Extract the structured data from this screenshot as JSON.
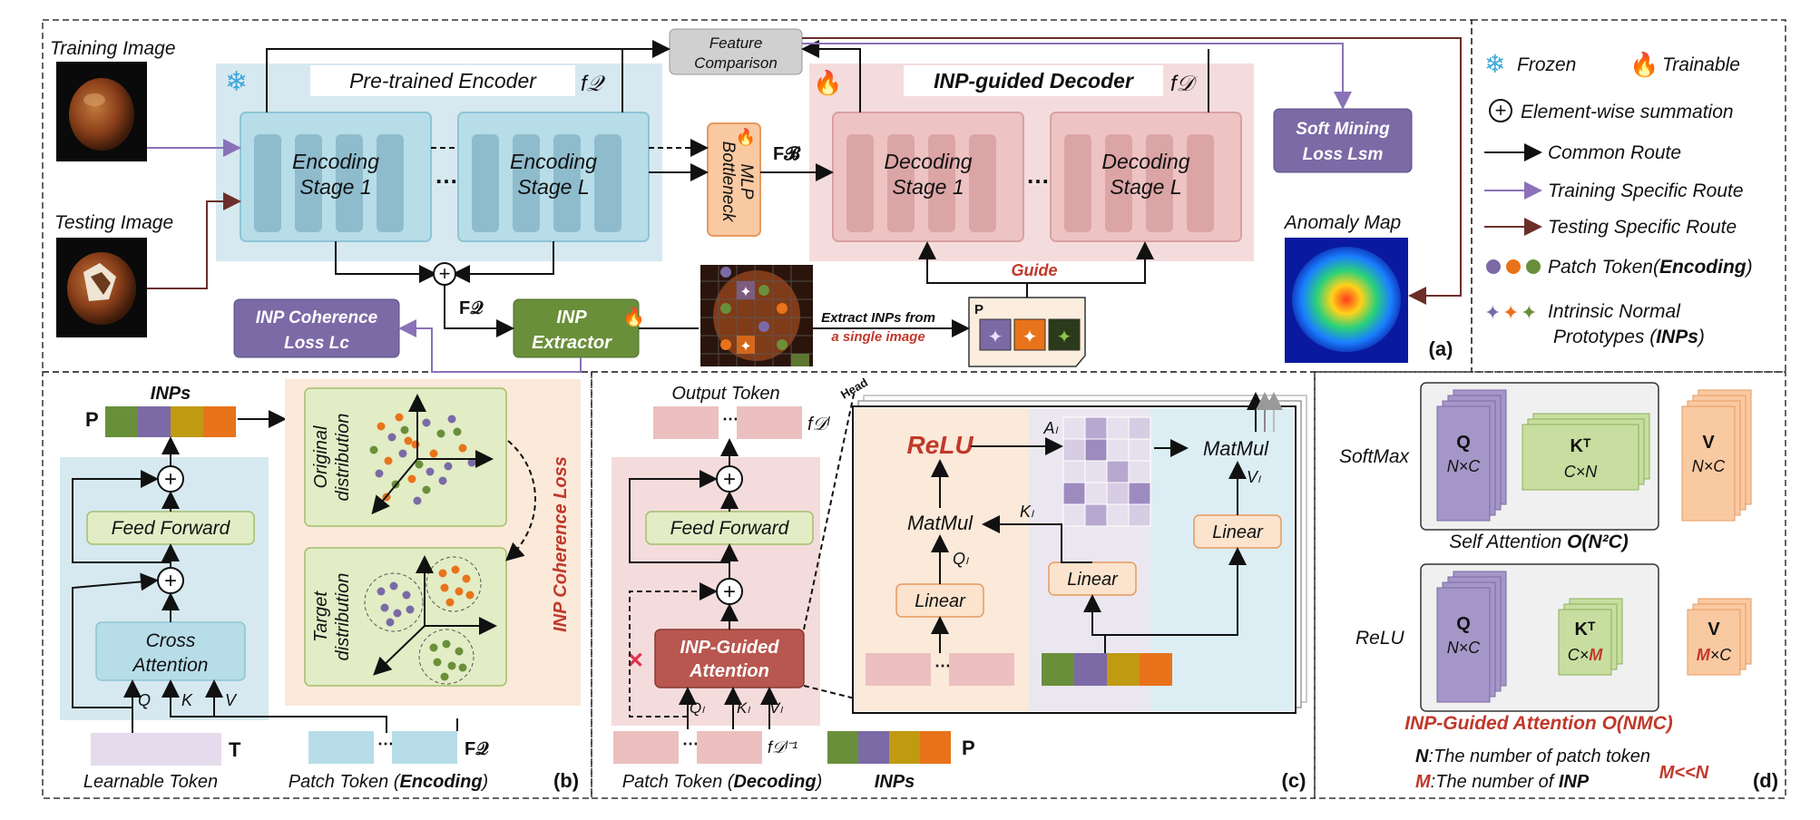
{
  "panel_a": {
    "training_image": "Training Image",
    "testing_image": "Testing Image",
    "encoder_title": "Pre-trained Encoder",
    "encoder_symbol": "f𝒬",
    "encoding_stage_1": [
      "Encoding",
      "Stage 1"
    ],
    "encoding_stage_l": [
      "Encoding",
      "Stage L"
    ],
    "ellipsis": "…",
    "feature_comparison": [
      "Feature",
      "Comparison"
    ],
    "bottleneck": [
      "MLP",
      "Bottleneck"
    ],
    "f_b": "F𝓑",
    "decoder_title": "INP-guided Decoder",
    "decoder_symbol": "f𝒟",
    "decoding_stage_1": [
      "Decoding",
      "Stage 1"
    ],
    "decoding_stage_l": [
      "Decoding",
      "Stage L"
    ],
    "soft_mining_loss": [
      "Soft Mining",
      "Loss Lsm"
    ],
    "anomaly_map": "Anomaly Map",
    "f_q": "F𝒬",
    "inp_coherence_loss": [
      "INP Coherence",
      "Loss Lc"
    ],
    "inp_extractor": [
      "INP",
      "Extractor"
    ],
    "extract_inps": [
      "Extract INPs from",
      "a single image"
    ],
    "guide": "Guide",
    "p_label": "P",
    "panel_label": "(a)"
  },
  "legend": {
    "frozen": "Frozen",
    "trainable": "Trainable",
    "element_wise": "Element-wise summation",
    "common_route": "Common Route",
    "training_route": "Training Specific Route",
    "testing_route": "Testing Specific Route",
    "patch_token": "Patch Token(",
    "patch_token_bold": "Encoding",
    "patch_token_end": ")",
    "inp_line1": "Intrinsic Normal",
    "inp_line2": "Prototypes (",
    "inp_bold": "INPs",
    "inp_end": ")"
  },
  "panel_b": {
    "inps_label": "INPs",
    "p_label": "P",
    "feed_forward": "Feed Forward",
    "cross_attention": [
      "Cross",
      "Attention"
    ],
    "q": "Q",
    "k": "K",
    "v": "V",
    "learnable_token": "Learnable Token",
    "t_label": "T",
    "patch_token": "Patch Token (",
    "patch_token_bold": "Encoding",
    "patch_token_end": ")",
    "f_q": "F𝒬",
    "original_distribution": [
      "Original",
      "distribution"
    ],
    "target_distribution": [
      "Target",
      "distribution"
    ],
    "inp_coherence_loss": "INP Coherence Loss",
    "panel_label": "(b)"
  },
  "panel_c": {
    "output_token": "Output Token",
    "f_d_l": "f𝒟ˡ",
    "head": "Head",
    "feed_forward": "Feed Forward",
    "inp_guided_attention": [
      "INP-Guided",
      "Attention"
    ],
    "q_l": "Qₗ",
    "k_l": "Kₗ",
    "v_l": "Vₗ",
    "relu": "ReLU",
    "a_l": "Aₗ",
    "matmul": "MatMul",
    "linear": "Linear",
    "patch_token": "Patch Token (",
    "patch_token_bold": "Decoding",
    "patch_token_end": ")",
    "f_d_l1": "f𝒟ˡ⁻¹",
    "inps": "INPs",
    "p_label": "P",
    "cross_mark": "✕",
    "panel_label": "(c)"
  },
  "panel_d": {
    "softmax": "SoftMax",
    "relu": "ReLU",
    "q": "Q",
    "k_t": "Kᵀ",
    "v": "V",
    "n_c": "N×C",
    "c_n": "C×N",
    "c_m_prefix": "C×",
    "m_c_suffix": "×C",
    "m": "M",
    "self_attention": "Self Attention ",
    "self_attention_bold": "O(N²C)",
    "inp_guided": "INP-Guided Attention O(NMC)",
    "n_def_bold": "N",
    "n_def": ":The number of patch token",
    "m_def_bold": "M",
    "m_def": ":The number of ",
    "m_def_end": "INP",
    "m_ll_n": "M<<N",
    "panel_label": "(d)"
  },
  "colors": {
    "encoder_bg": "#d6e9f1",
    "stage_blue": "#b7dde8",
    "decoder_bg": "#f5dcdc",
    "stage_pink": "#eec3c3",
    "inp_purple": "#7b6aa6",
    "inp_orange": "#e8731a",
    "inp_green": "#6a8f3a",
    "inp_gold": "#c09a10",
    "brown_route": "#6b2f2a",
    "training_route": "#8a72b8",
    "red_text": "#c0392b"
  }
}
